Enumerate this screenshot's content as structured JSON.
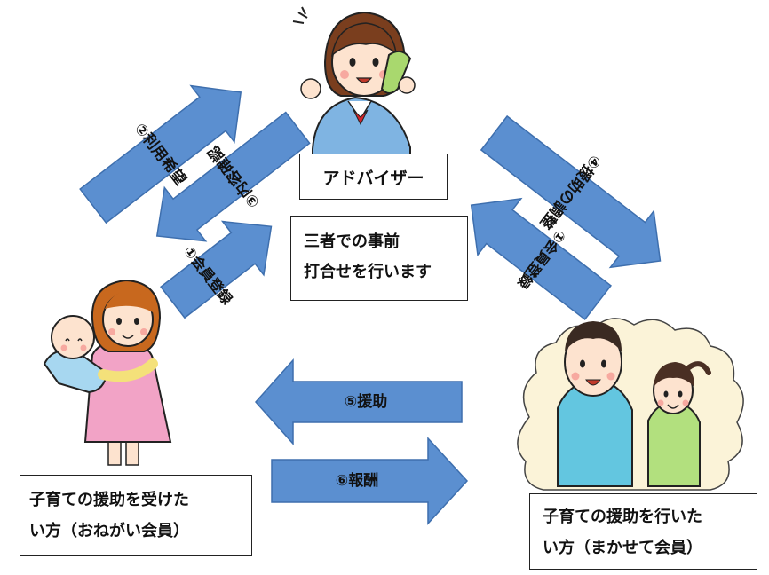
{
  "nodes": {
    "adviser": "アドバイザー",
    "meeting_line1": "三者での事前",
    "meeting_line2": "打合せを行います",
    "onegai_line1": "子育ての援助を受けた",
    "onegai_line2": "い方（おねがい会員）",
    "makase_line1": "子育ての援助を行いた",
    "makase_line2": "い方（まかせて会員）"
  },
  "arrows": {
    "a1_left": "①会員登録",
    "a2": "②利用希望",
    "a3": "③内容確認",
    "a4": "④援助の調整",
    "a1_right": "①会員登録",
    "a5": "⑤援助",
    "a6": "⑥報酬"
  },
  "colors": {
    "arrow_fill": "#5b8fd0",
    "arrow_stroke": "#3e6fae"
  }
}
